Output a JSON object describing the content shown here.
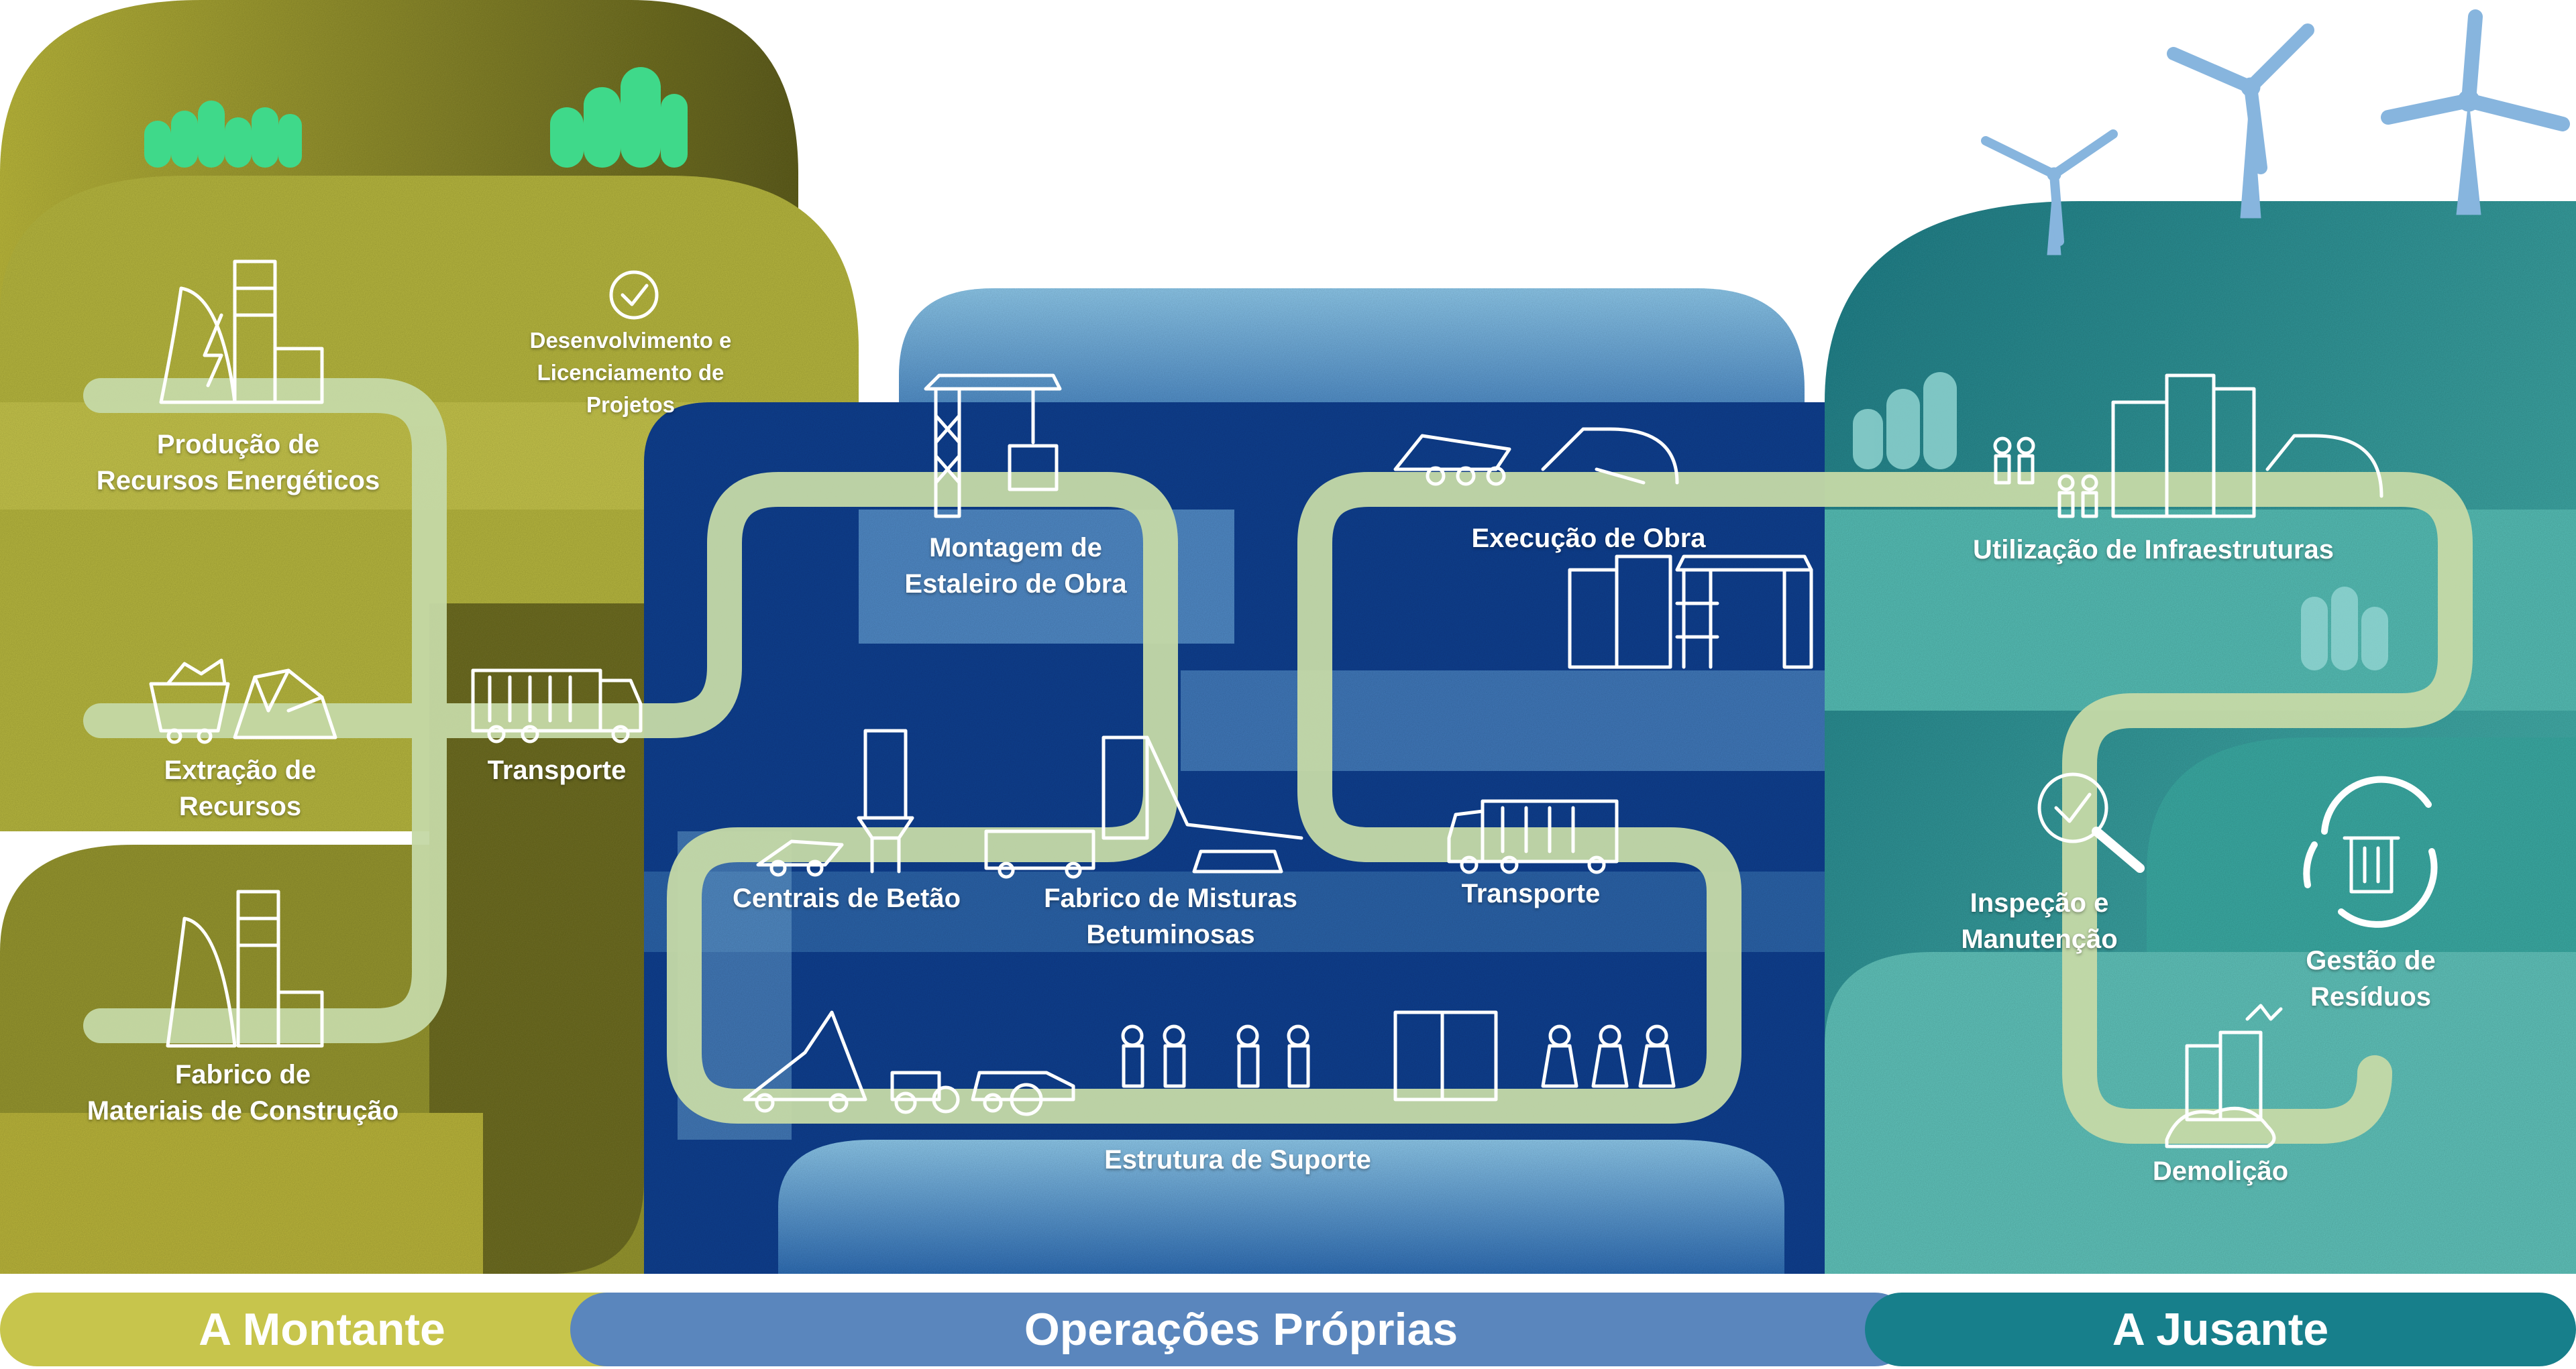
{
  "colors": {
    "upstream": "#a9ab35",
    "upstream_dark": "#6e6d23",
    "operations": "#0d3f8f",
    "operations_light": "#5f98c7",
    "downstream": "#2a9e98",
    "downstream_light": "#5ec0b9",
    "path": "#c5d9a6",
    "band_upstream": "#c7c54c",
    "band_operations": "#5a86bd",
    "band_downstream": "#177f8b",
    "trees": "#3fd98a",
    "turbines": "#87b5de"
  },
  "stages": {
    "producao": [
      "Produção de",
      "Recursos Energéticos"
    ],
    "desenvolvimento": [
      "Desenvolvimento e",
      "Licenciamento de",
      "Projetos"
    ],
    "extracao": [
      "Extração de",
      "Recursos"
    ],
    "transporte_montante": "Transporte",
    "fabrico_materiais": [
      "Fabrico de",
      "Materiais de Construção"
    ],
    "montagem": [
      "Montagem de",
      "Estaleiro de Obra"
    ],
    "execucao": "Execução de Obra",
    "centrais": "Centrais de Betão",
    "fabrico_misturas": [
      "Fabrico de Misturas",
      "Betuminosas"
    ],
    "transporte_operacoes": "Transporte",
    "estrutura": "Estrutura de Suporte",
    "utilizacao": "Utilização de Infraestruturas",
    "inspecao": [
      "Inspeção e",
      "Manutenção"
    ],
    "gestao": [
      "Gestão de",
      "Resíduos"
    ],
    "demolicao": "Demolição"
  },
  "bands": {
    "montante": "A Montante",
    "operacoes": "Operações Próprias",
    "jusante": "A Jusante"
  },
  "icons": [
    "power-plant-icon",
    "certificate-check-icon",
    "mining-cart-icon",
    "truck-icon",
    "factory-icon",
    "tower-crane-icon",
    "paver-road-icon",
    "buildings-construction-icon",
    "concrete-plant-icon",
    "asphalt-plant-icon",
    "machinery-workers-icon",
    "wind-turbine-icon",
    "city-people-icon",
    "magnifier-icon",
    "recycle-bin-icon",
    "demolition-icon",
    "tree-icon"
  ]
}
